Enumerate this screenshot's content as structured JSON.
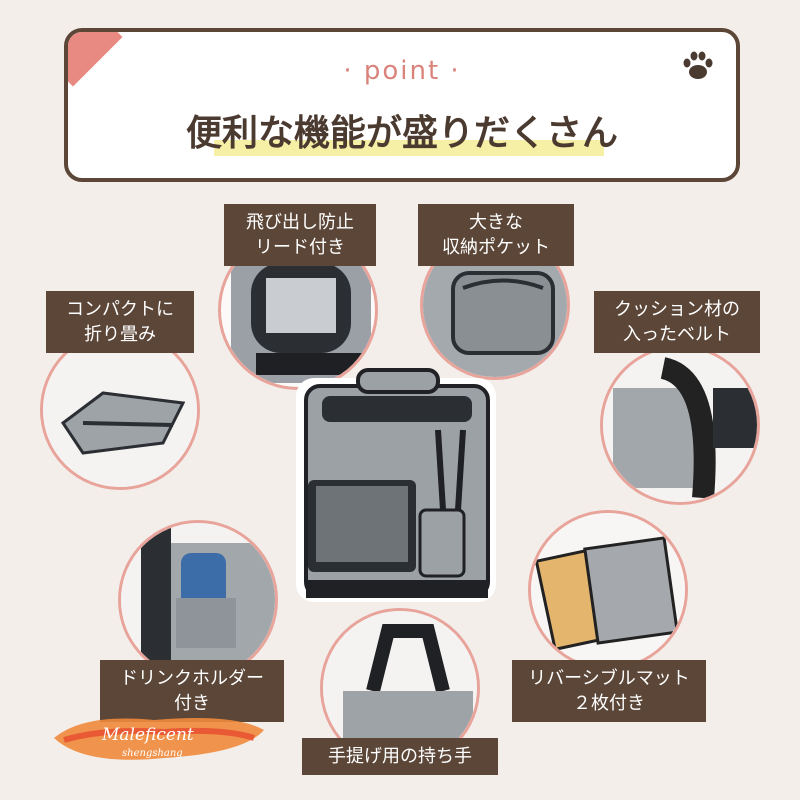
{
  "header": {
    "point_label": "· point ·",
    "headline": "便利な機能が盛りだくさん",
    "icon": "paw-icon"
  },
  "features": [
    {
      "line1": "飛び出し防止",
      "line2": "リード付き"
    },
    {
      "line1": "大きな",
      "line2": "収納ポケット"
    },
    {
      "line1": "コンパクトに",
      "line2": "折り畳み"
    },
    {
      "line1": "クッション材の",
      "line2": "入ったベルト"
    },
    {
      "line1": "ドリンクホルダー",
      "line2": "付き"
    },
    {
      "line1": "リバーシブルマット",
      "line2": "２枚付き"
    },
    {
      "line1": "手提げ用の持ち手",
      "line2": ""
    }
  ],
  "watermark": {
    "brand": "Maleficent",
    "sub": "shengshang"
  },
  "colors": {
    "dark_brown": "#5b4638",
    "accent_pink": "#e88a82",
    "highlight": "#f5f0a6",
    "background": "#f3eeea"
  }
}
